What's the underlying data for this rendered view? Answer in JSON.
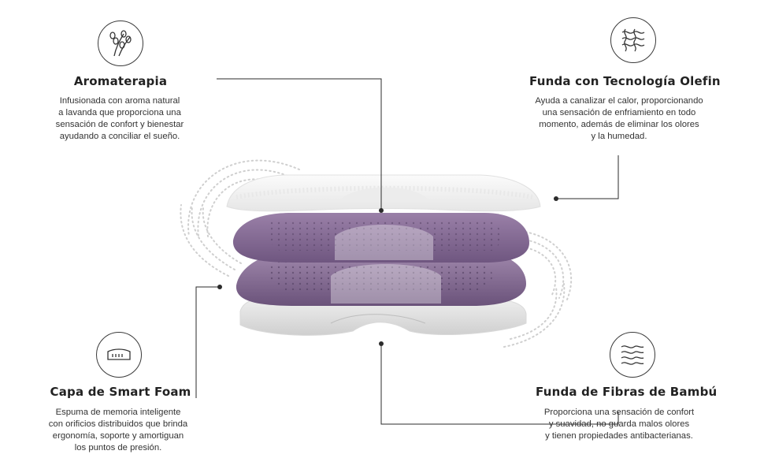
{
  "features": {
    "aromaterapia": {
      "icon": "lavender-icon",
      "title": "Aromaterapia",
      "description": "Infusionada con aroma natural\na lavanda que proporciona una\nsensación de confort y bienestar\nayudando a conciliar el sueño."
    },
    "olefin": {
      "icon": "woven-fabric-icon",
      "title": "Funda con Tecnología Olefin",
      "description": "Ayuda a canalizar el calor, proporcionando\nuna sensación de enfriamiento en todo\nmomento, además de eliminar los olores\ny la humedad."
    },
    "smart_foam": {
      "icon": "foam-block-icon",
      "title": "Capa de Smart Foam",
      "description": "Espuma de memoria inteligente\ncon orificios distribuidos que brinda\nergonomía, soporte y amortiguan\nlos puntos de presión."
    },
    "bambu": {
      "icon": "wavy-fibers-icon",
      "title": "Funda de Fibras de Bambú",
      "description": "Proporciona una sensación de confort\ny suavidad, no guarda malos olores\ny tienen propiedades antibacterianas."
    }
  },
  "colors": {
    "lavender_foam": "#8a6f98",
    "lavender_dark": "#6f5680",
    "cover_white": "#f2f2f2",
    "line": "#2b2b2b"
  }
}
